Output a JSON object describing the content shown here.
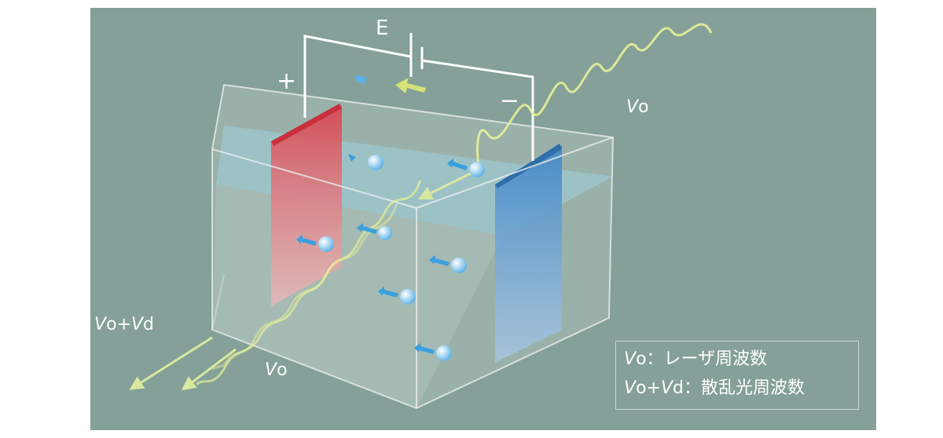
{
  "diagram": {
    "battery_label": "E",
    "plus_sign": "+",
    "minus_sign": "−",
    "incident_label": {
      "v": "V",
      "sub": "o"
    },
    "scattered_label": {
      "v1": "V",
      "sub1": "o",
      "plus": "+",
      "v2": "V",
      "sub2": "d"
    },
    "transmitted_label": {
      "v": "V",
      "sub": "o"
    },
    "colors": {
      "background": "#84a098",
      "anode": "#d9434f",
      "cathode": "#3f86c6",
      "laser": "#e6ef9a",
      "particle": "#5ab0e6"
    }
  },
  "legend": {
    "line1": {
      "v": "V",
      "sub": "o",
      "text": "：レーザ周波数"
    },
    "line2": {
      "v1": "V",
      "sub1": "o",
      "plus": "+",
      "v2": "V",
      "sub2": "d",
      "text": "：散乱光周波数"
    }
  }
}
